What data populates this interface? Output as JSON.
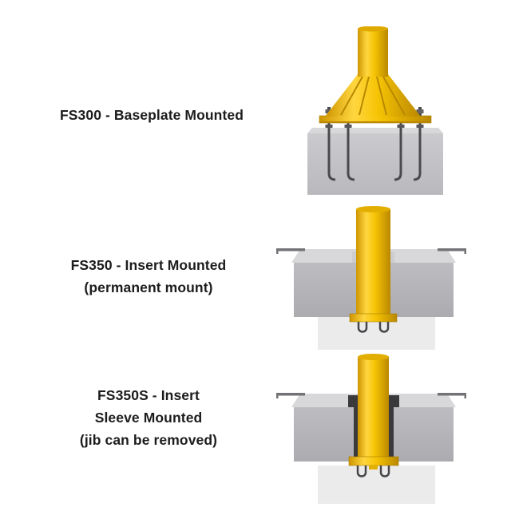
{
  "colors": {
    "background": "#ffffff",
    "text": "#1c1c1c",
    "column_yellow": "#F6C404",
    "column_yellow_dark": "#B98700",
    "concrete_front": "#C2C2C6",
    "concrete_top": "#D8D8DA",
    "foundation_light": "#EBEBEC",
    "steel_bolt": "#4a4a4c",
    "sleeve_dark": "#3a3a3d"
  },
  "figures": [
    {
      "id": "fs300",
      "label_lines": [
        "FS300 - Baseplate Mounted"
      ],
      "illustration": "baseplate-mounted-jib-base"
    },
    {
      "id": "fs350",
      "label_lines": [
        "FS350 - Insert Mounted",
        "(permanent mount)"
      ],
      "illustration": "insert-mounted-jib-base"
    },
    {
      "id": "fs350s",
      "label_lines": [
        "FS350S - Insert",
        "Sleeve Mounted",
        "(jib can be removed)"
      ],
      "illustration": "insert-sleeve-mounted-jib-base"
    }
  ]
}
